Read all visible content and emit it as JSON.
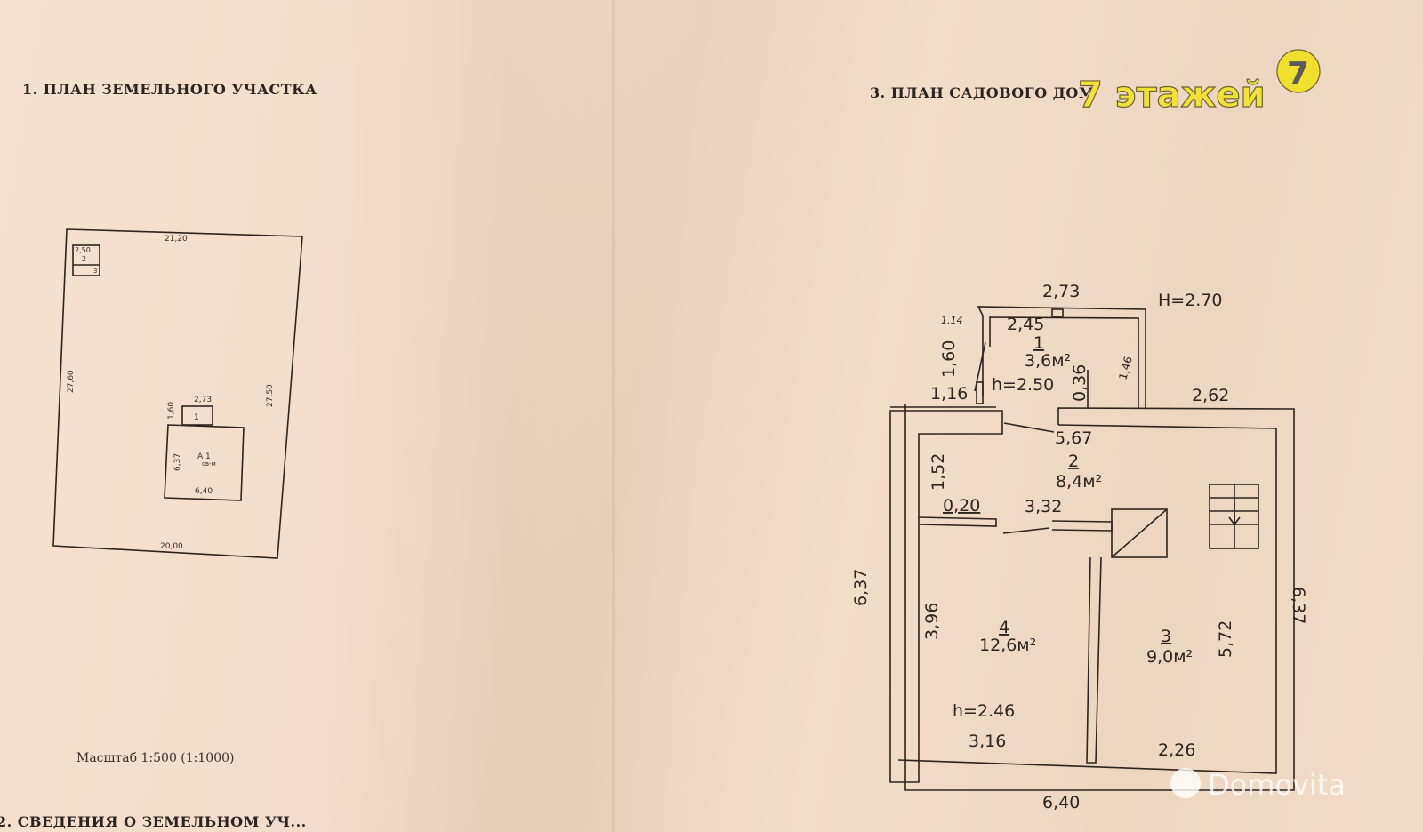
{
  "left_page": {
    "title": "1. ПЛАН ЗЕМЕЛЬНОГО УЧАСТКА",
    "plot_dims": {
      "top": "21,20",
      "left": "27,60",
      "right": "27,50",
      "bottom": "20,00"
    },
    "outbuilding": {
      "width": "2,50",
      "number_a": "2",
      "number_b": "3"
    },
    "house": {
      "annex_width": "2,73",
      "annex_depth": "1,60",
      "annex_number": "1",
      "depth": "6,37",
      "width": "6,40",
      "label": "А 1",
      "sublabel": "св-м"
    },
    "scale": "Масштаб 1:500 (1:1000)",
    "section_2_title": "2. СВЕДЕНИЯ О ЗЕМЕЛЬНОМ УЧ..."
  },
  "right_page": {
    "title": "3. ПЛАН САДОВОГО ДОМ",
    "height_total": "H=2.70",
    "dims": {
      "annex_top": "2,73",
      "annex_inner": "2,45",
      "annex_left": "1,60",
      "diag_small": "1,14",
      "annex_right": "1,46",
      "annex_post": "0,36",
      "door_left": "1,16",
      "top_right": "2,62",
      "room2_width": "5,67",
      "room2_depth": "1,52",
      "partition_small": "0,20",
      "partition": "3,32",
      "left_total": "6,37",
      "right_total": "6,37",
      "room4_depth": "3,96",
      "room3_depth": "5,72",
      "room4_width": "3,16",
      "room3_width": "2,26",
      "bottom_total": "6,40"
    },
    "rooms": [
      {
        "number": "1",
        "area": "3,6м²",
        "height": "h=2.50"
      },
      {
        "number": "2",
        "area": "8,4м²"
      },
      {
        "number": "3",
        "area": "9,0м²"
      },
      {
        "number": "4",
        "area": "12,6м²",
        "height": "h=2.46"
      }
    ]
  },
  "watermarks": {
    "brand": "7 этажей",
    "logo_digit": "7",
    "site": "Domovita"
  }
}
